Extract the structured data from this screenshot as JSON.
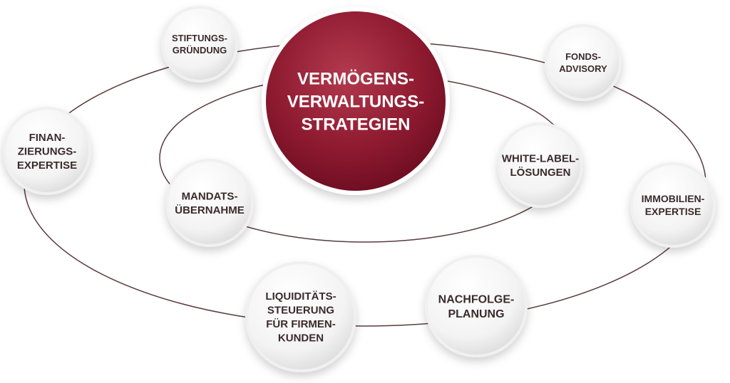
{
  "center": {
    "lines": [
      "VERMÖGENS-",
      "VERWALTUNGS-",
      "STRATEGIEN"
    ]
  },
  "nodes": [
    {
      "id": "stiftungsgruendung",
      "lines": [
        "STIFTUNGS-",
        "GRÜNDUNG"
      ]
    },
    {
      "id": "fonds-advisory",
      "lines": [
        "FONDS-",
        "ADVISORY"
      ]
    },
    {
      "id": "finanzierungsexpertise",
      "lines": [
        "FINAN-",
        "ZIERUNGS-",
        "EXPERTISE"
      ]
    },
    {
      "id": "white-label-loesungen",
      "lines": [
        "WHITE-LABEL-",
        "LÖSUNGEN"
      ]
    },
    {
      "id": "mandatsuebernahme",
      "lines": [
        "MANDATS-",
        "ÜBERNAHME"
      ]
    },
    {
      "id": "immobilienexpertise",
      "lines": [
        "IMMOBILIEN-",
        "EXPERTISE"
      ]
    },
    {
      "id": "liquiditaetssteuerung",
      "lines": [
        "LIQUIDITÄTS-",
        "STEUERUNG",
        "FÜR FIRMEN-",
        "KUNDEN"
      ]
    },
    {
      "id": "nachfolgeplanung",
      "lines": [
        "NACHFOLGE-",
        "PLANUNG"
      ]
    }
  ],
  "colors": {
    "center_fill_light": "#b23a4e",
    "center_fill_dark": "#7a0f24",
    "node_fill_light": "#ffffff",
    "node_fill_dark": "#e4e4e4",
    "orbit_line": "#5a3a40",
    "node_text": "#3b2a2e",
    "center_text": "#ffffff"
  }
}
